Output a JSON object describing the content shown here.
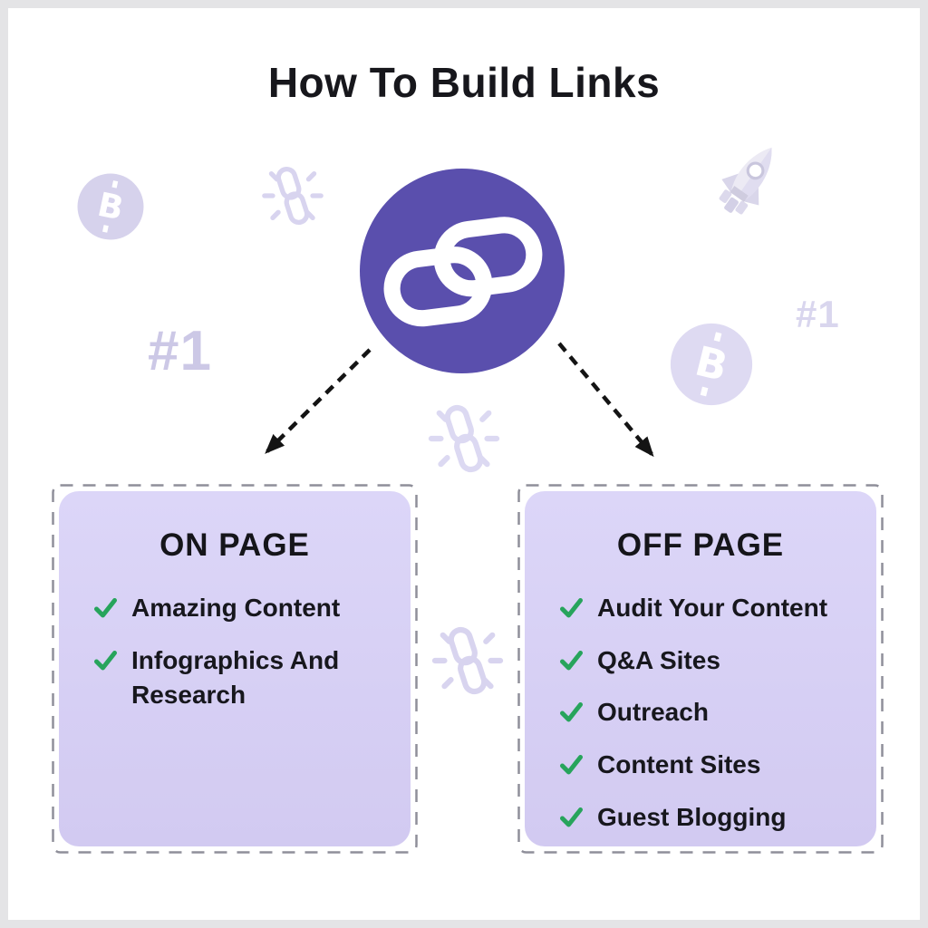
{
  "title": "How To Build Links",
  "center": {
    "icon": "chain-link"
  },
  "decorations": {
    "rank_left": {
      "text": "#1"
    },
    "rank_right": {
      "text": "#1"
    },
    "icon_names": [
      "bitcoin-coin",
      "chain-sparkle",
      "rocket",
      "bitcoin-coin",
      "chain-sparkle",
      "chain-sparkle"
    ]
  },
  "boxes": [
    {
      "heading": "ON PAGE",
      "items": [
        {
          "text": "Amazing Content"
        },
        {
          "text": "Infographics And Research"
        }
      ]
    },
    {
      "heading": "OFF PAGE",
      "items": [
        {
          "text": "Audit Your Content"
        },
        {
          "text": "Q&A Sites"
        },
        {
          "text": "Outreach"
        },
        {
          "text": "Content Sites"
        },
        {
          "text": "Guest Blogging"
        }
      ]
    }
  ],
  "colors": {
    "accent_purple": "#5a4fad",
    "panel_lavender": "#d6cff3",
    "check_green": "#27a45c",
    "decoration_purple": "#d8d4ef",
    "dash_gray": "#8f8f9a",
    "arrow_black": "#141414",
    "text_dark": "#17171c"
  }
}
